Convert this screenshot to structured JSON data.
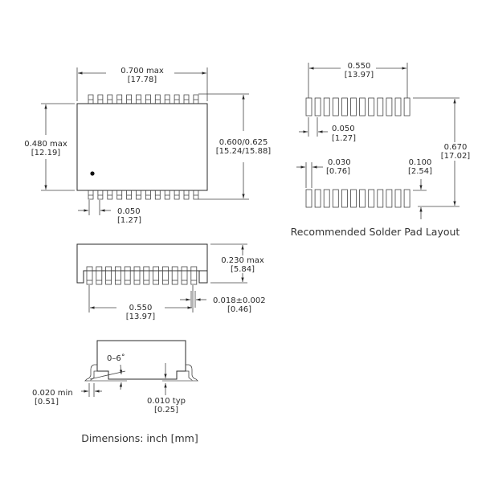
{
  "top_view": {
    "width_in": "0.700  max",
    "width_mm": "[17.78]",
    "height_in": "0.480  max",
    "height_mm": "[12.19]",
    "span_in": "0.600/0.625",
    "span_mm": "[15.24/15.88]",
    "pitch_in": "0.050",
    "pitch_mm": "[1.27]",
    "pins_per_side": 12
  },
  "solder_pad": {
    "width_in": "0.550",
    "width_mm": "[13.97]",
    "pitch_in": "0.050",
    "pitch_mm": "[1.27]",
    "span_in": "0.670",
    "span_mm": "[17.02]",
    "pad_w_in": "0.030",
    "pad_w_mm": "[0.76]",
    "pad_h_in": "0.100",
    "pad_h_mm": "[2.54]",
    "pads_per_row": 12,
    "caption": "Recommended Solder Pad Layout"
  },
  "side_view": {
    "height_in": "0.230  max",
    "height_mm": "[5.84]",
    "span_in": "0.550",
    "span_mm": "[13.97]",
    "lead_w_in": "0.018±0.002",
    "lead_w_mm": "[0.46]"
  },
  "end_view": {
    "angle": "0–6˚",
    "foot_in": "0.020  min",
    "foot_mm": "[0.51]",
    "standoff_in": "0.010  typ",
    "standoff_mm": "[0.25]"
  },
  "footer": "Dimensions: inch [mm]"
}
